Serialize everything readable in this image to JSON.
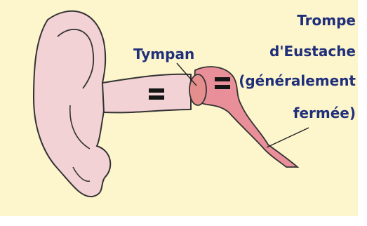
{
  "labels": {
    "tympan": "Tympan",
    "trompe_line1": "Trompe",
    "trompe_line2": "d'Eustache",
    "trompe_line3": "(généralement",
    "trompe_line4": "fermée)"
  },
  "colors": {
    "background": "#fdf5cc",
    "outline": "#333333",
    "canal_fill": "#f3d2d6",
    "middle_ear_fill": "#e98f9a",
    "eardrum_fill": "#e48f8e",
    "label_color": "#1f2f7a"
  }
}
